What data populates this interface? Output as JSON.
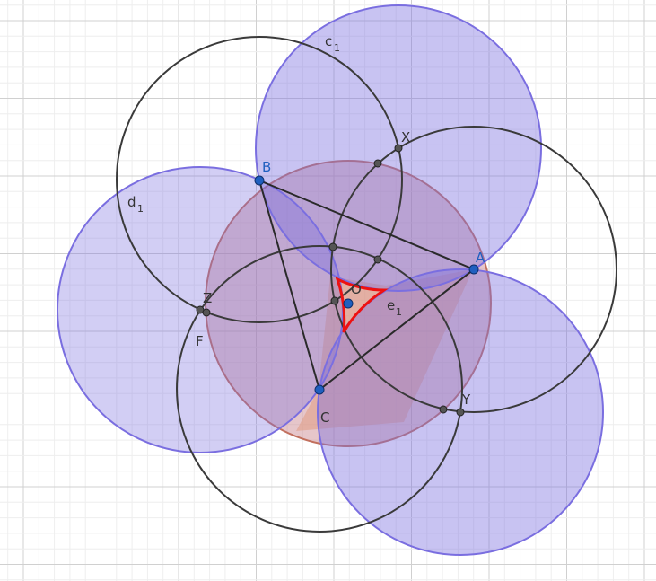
{
  "labels": {
    "A": "A",
    "B": "B",
    "C": "C",
    "O": "O",
    "X": "X",
    "Y": "Y",
    "Z": "Z",
    "F": "F",
    "c": "c",
    "c_sub": "1",
    "d": "d",
    "d_sub": "1",
    "e": "e",
    "e_sub": "1"
  },
  "colors": {
    "background": "#ffffff",
    "grid_minor": "#eeeeee",
    "grid_major": "#d0d0d0",
    "blue_fill": "#7b6fe0",
    "blue_stroke": "#7a6ee0",
    "red_fill": "#c8808a",
    "red_stroke": "#c2705e",
    "orange_fill": "#f5b98a",
    "dark_circle": "#3a3a3a",
    "triangle": "#2a2a2a",
    "red_curve": "#ee1111",
    "point_blue": "#1f5fbf",
    "point_gray": "#555555",
    "label_blue": "#1f5fbf",
    "label_dark": "#333333"
  }
}
